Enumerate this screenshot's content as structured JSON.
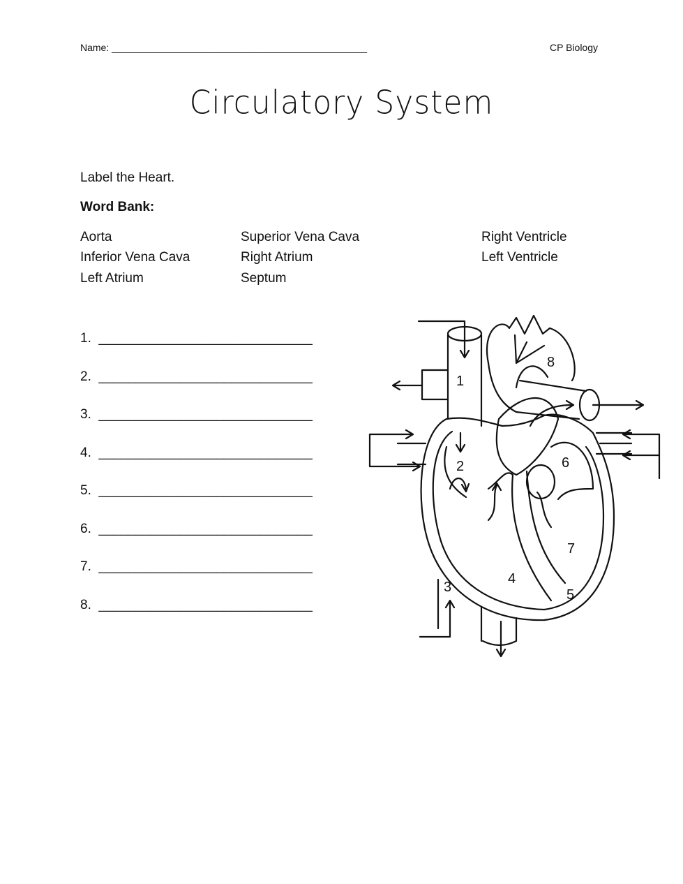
{
  "header": {
    "name_label": "Name: ",
    "name_line": "_______________________________________________",
    "course": "CP Biology"
  },
  "title": "Circulatory System",
  "instruction": "Label the Heart.",
  "word_bank": {
    "heading": "Word Bank:",
    "columns": [
      [
        "Aorta",
        "Inferior Vena Cava",
        "Left Atrium"
      ],
      [
        "Superior Vena Cava",
        "Right Atrium",
        "Septum"
      ],
      [
        "Right Ventricle",
        "Left Ventricle"
      ]
    ]
  },
  "blanks": [
    {
      "num": "1.",
      "line": "_____________________________"
    },
    {
      "num": "2.",
      "line": "_____________________________"
    },
    {
      "num": "3.",
      "line": "_____________________________"
    },
    {
      "num": "4.",
      "line": "_____________________________"
    },
    {
      "num": "5.",
      "line": "_____________________________"
    },
    {
      "num": "6.",
      "line": "_____________________________"
    },
    {
      "num": "7.",
      "line": "_____________________________"
    },
    {
      "num": "8.",
      "line": "_____________________________"
    }
  ],
  "diagram_labels": [
    "1",
    "2",
    "3",
    "4",
    "5",
    "6",
    "7",
    "8"
  ]
}
